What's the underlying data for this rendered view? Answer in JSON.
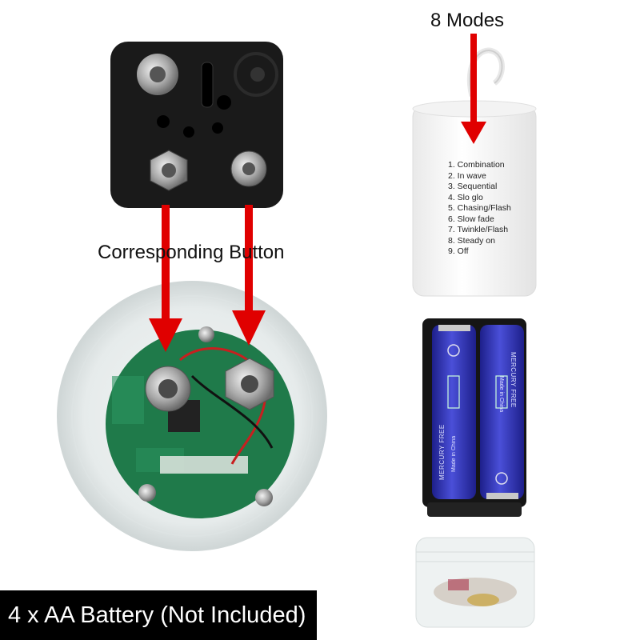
{
  "labels": {
    "corresponding": "Corresponding Button",
    "modes_title": "8 Modes",
    "battery_note": "4 x AA Battery (Not Included)"
  },
  "modes": [
    "1. Combination",
    "2. In wave",
    "3. Sequential",
    "4. Slo glo",
    "5. Chasing/Flash",
    "6. Slow fade",
    "7. Twinkle/Flash",
    "8. Steady on",
    "9. Off"
  ],
  "battery_text": {
    "mercury_free": "MERCURY FREE",
    "made_in": "Made in China"
  },
  "colors": {
    "arrow": "#e00000",
    "plate": "#1a1a1a",
    "pcb": "#1f7a4a",
    "battery": "#2b2fb0"
  }
}
